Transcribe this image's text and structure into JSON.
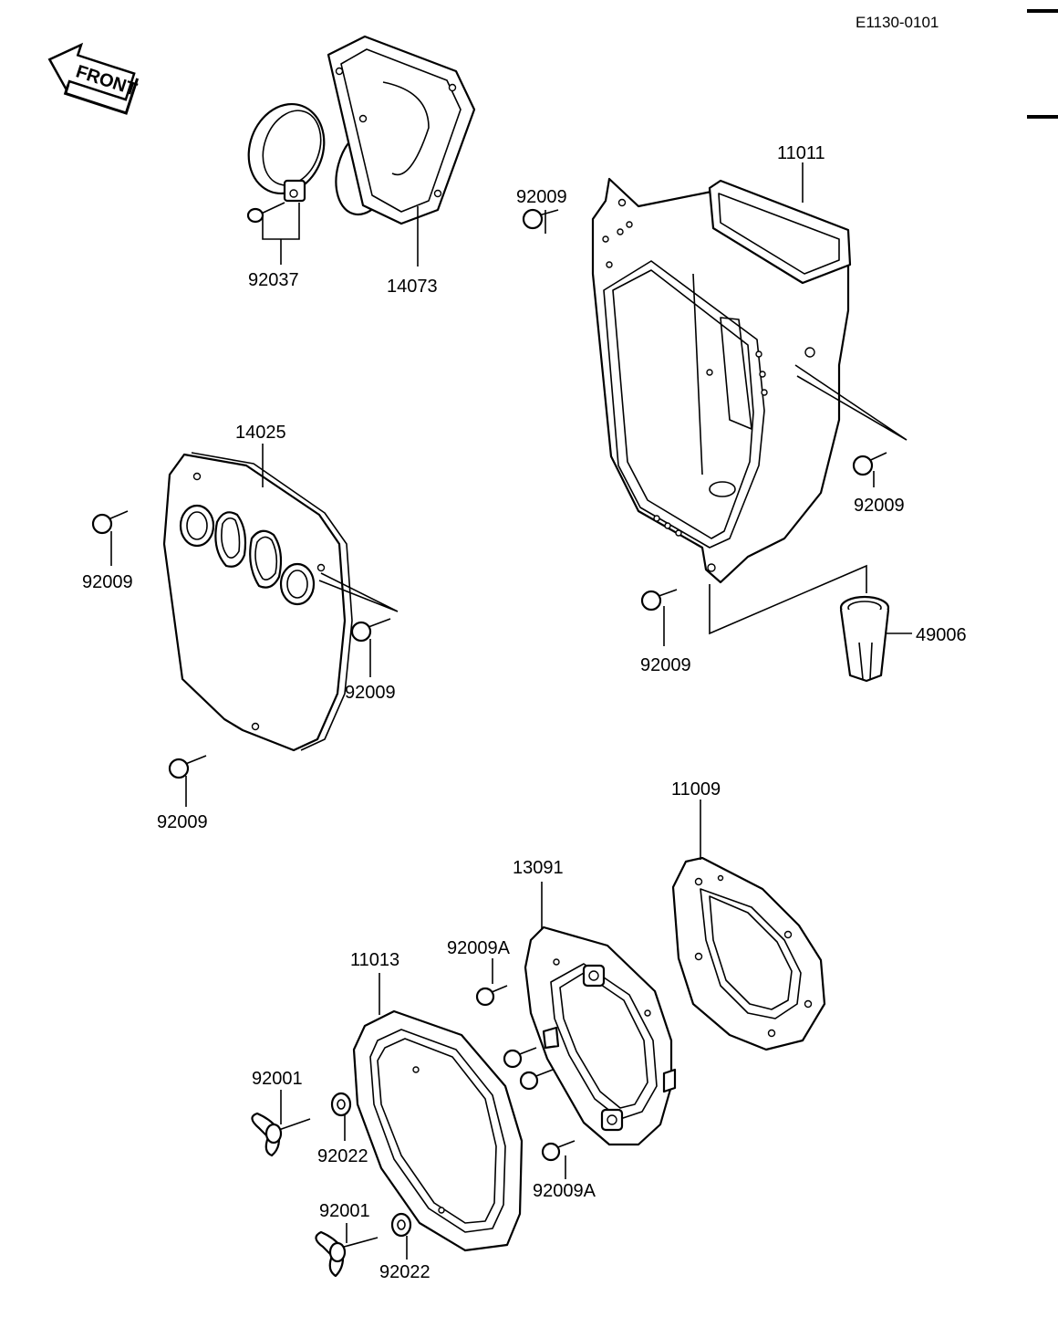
{
  "diagram_code": "E1130-0101",
  "front_label": "FRONT",
  "callouts": {
    "c92037": "92037",
    "c14073": "14073",
    "c92009_top": "92009",
    "c11011": "11011",
    "c14025": "14025",
    "c92009_left": "92009",
    "c92009_plate": "92009",
    "c92009_box_right": "92009",
    "c92009_box_bottom": "92009",
    "c49006": "49006",
    "c92009_lower_left": "92009",
    "c11009": "11009",
    "c13091": "13091",
    "c92009A_top": "92009A",
    "c11013": "11013",
    "c92001_a": "92001",
    "c92022_a": "92022",
    "c92009A_bottom": "92009A",
    "c92001_b": "92001",
    "c92022_b": "92022"
  }
}
